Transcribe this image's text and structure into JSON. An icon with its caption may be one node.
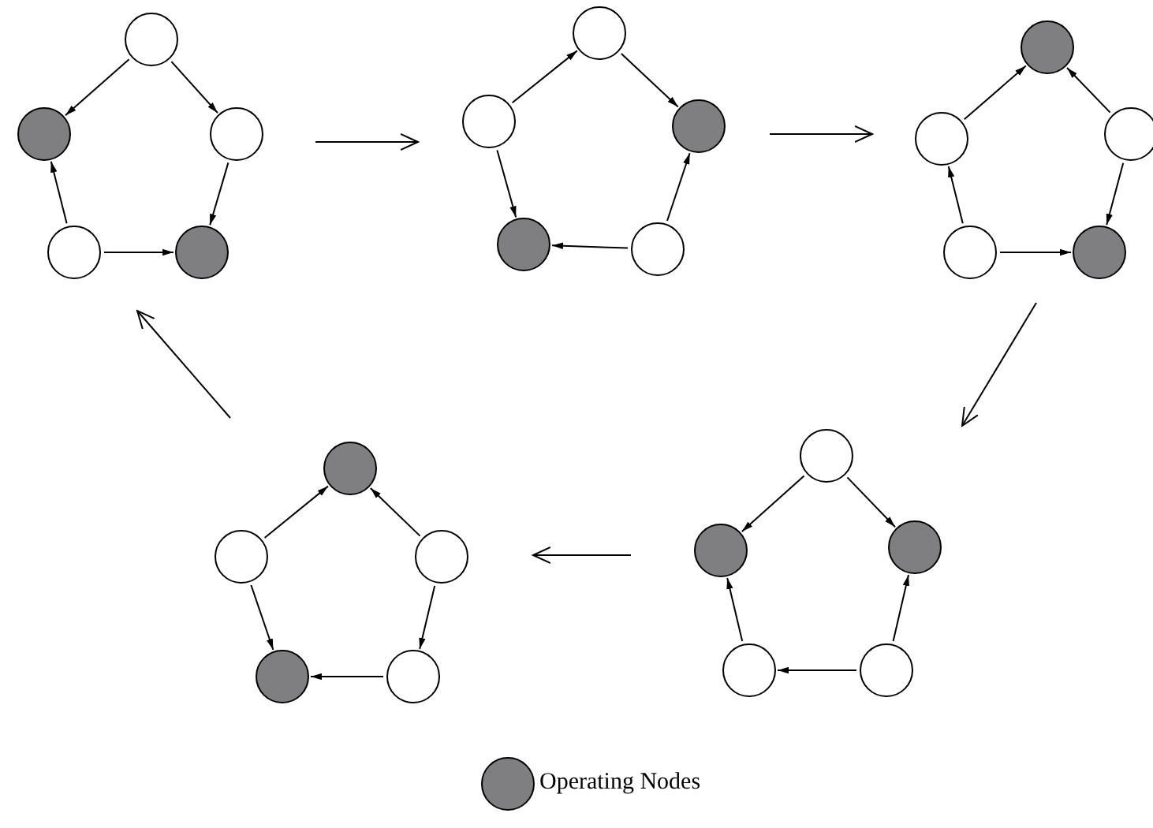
{
  "diagram": {
    "nodes": [
      {
        "text": [],
        "shape": "circle"
      },
      {
        "text": [],
        "shape": "circle"
      },
      {
        "text": [],
        "shape": "circle"
      },
      {
        "text": [],
        "shape": "circle"
      },
      {
        "text": [],
        "shape": "circle"
      },
      {
        "text": [],
        "shape": "circle"
      },
      {
        "text": [],
        "shape": "circle"
      },
      {
        "text": [],
        "shape": "circle"
      },
      {
        "text": [],
        "shape": "circle"
      },
      {
        "text": [],
        "shape": "circle"
      },
      {
        "text": [],
        "shape": "circle"
      },
      {
        "text": [],
        "shape": "circle"
      },
      {
        "text": [],
        "shape": "circle"
      },
      {
        "text": [],
        "shape": "circle"
      },
      {
        "text": [],
        "shape": "circle"
      },
      {
        "text": [],
        "shape": "circle"
      },
      {
        "text": [],
        "shape": "circle"
      },
      {
        "text": [],
        "shape": "circle"
      },
      {
        "text": [],
        "shape": "circle"
      },
      {
        "text": [],
        "shape": "circle"
      },
      {
        "text": [],
        "shape": "circle"
      },
      {
        "text": [],
        "shape": "circle"
      },
      {
        "text": [],
        "shape": "circle"
      },
      {
        "text": [],
        "shape": "circle"
      },
      {
        "text": [],
        "shape": "circle"
      }
    ],
    "edges": [
      {
        "from": 0,
        "to": 1,
        "arrow": "to"
      },
      {
        "from": 0,
        "to": 2,
        "arrow": "to"
      },
      {
        "from": 2,
        "to": 4,
        "arrow": "to"
      },
      {
        "from": 3,
        "to": 4,
        "arrow": "to"
      },
      {
        "from": 3,
        "to": 1,
        "arrow": "to"
      },
      {
        "from": 6,
        "to": 5,
        "arrow": "to"
      },
      {
        "from": 5,
        "to": 7,
        "arrow": "to"
      },
      {
        "from": 6,
        "to": 8,
        "arrow": "to"
      },
      {
        "from": 9,
        "to": 8,
        "arrow": "to"
      },
      {
        "from": 9,
        "to": 7,
        "arrow": "to"
      },
      {
        "from": 11,
        "to": 10,
        "arrow": "to"
      },
      {
        "from": 12,
        "to": 10,
        "arrow": "to"
      },
      {
        "from": 13,
        "to": 11,
        "arrow": "to"
      },
      {
        "from": 12,
        "to": 14,
        "arrow": "to"
      },
      {
        "from": 13,
        "to": 14,
        "arrow": "to"
      },
      {
        "from": 16,
        "to": 15,
        "arrow": "to"
      },
      {
        "from": 17,
        "to": 15,
        "arrow": "to"
      },
      {
        "from": 16,
        "to": 18,
        "arrow": "to"
      },
      {
        "from": 17,
        "to": 19,
        "arrow": "to"
      },
      {
        "from": 19,
        "to": 18,
        "arrow": "to"
      },
      {
        "from": 20,
        "to": 21,
        "arrow": "to"
      },
      {
        "from": 20,
        "to": 22,
        "arrow": "to"
      },
      {
        "from": 23,
        "to": 21,
        "arrow": "to"
      },
      {
        "from": 24,
        "to": 22,
        "arrow": "to"
      },
      {
        "from": 24,
        "to": 23,
        "arrow": "to"
      }
    ],
    "legend": [
      {
        "text": "Operating Nodes",
        "color": "#7f7e80"
      }
    ]
  }
}
